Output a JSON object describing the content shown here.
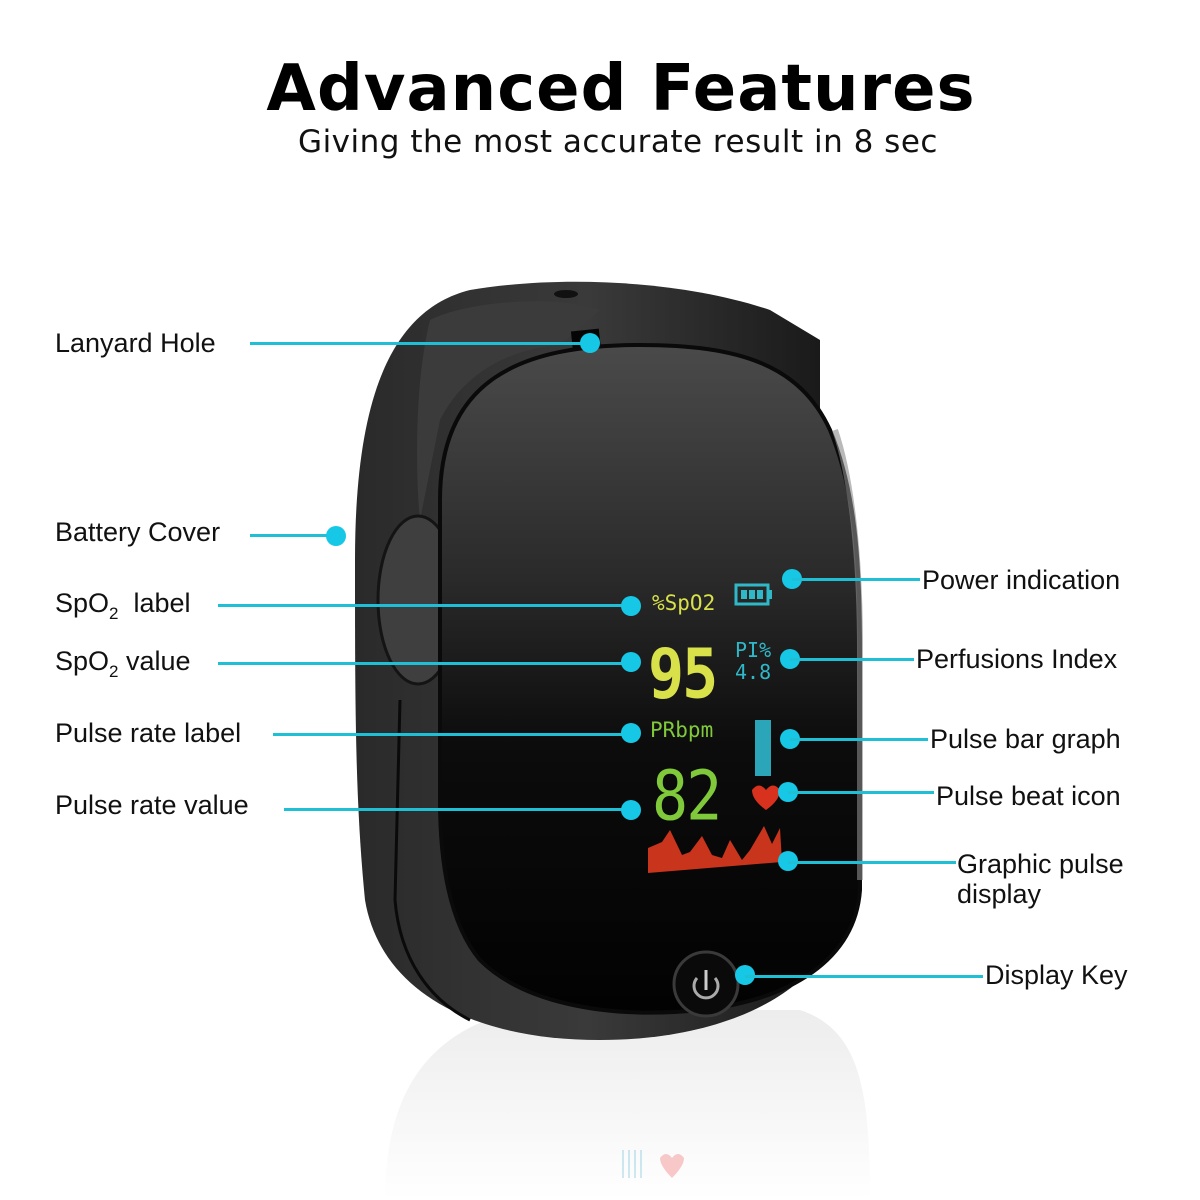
{
  "header": {
    "title": "Advanced Features",
    "subtitle": "Giving the most accurate result in 8 sec"
  },
  "colors": {
    "accent": "#17c7e6",
    "device": "#1b1b1b",
    "spo2": "#d8e04a",
    "pulse": "#7fc93a",
    "pi": "#2fb8c8",
    "waveform": "#c8341c",
    "heart": "#d8321e"
  },
  "display": {
    "spo2_label": "%SpO2",
    "spo2_value": "95",
    "pi_label": "PI%",
    "pi_value": "4.8",
    "pr_label": "PRbpm",
    "pr_value": "82",
    "battery_icon": "battery-icon",
    "heart_icon": "heart-icon",
    "power_icon": "power-icon"
  },
  "callouts": {
    "left": [
      {
        "label": "Lanyard Hole"
      },
      {
        "label": "Battery Cover"
      },
      {
        "label_main": "SpO",
        "label_sub": "2",
        "label_rest": "  label"
      },
      {
        "label_main": "SpO",
        "label_sub": "2",
        "label_rest": " value"
      },
      {
        "label": "Pulse rate label"
      },
      {
        "label": "Pulse rate value"
      }
    ],
    "right": [
      {
        "label": "Power indication"
      },
      {
        "label": "Perfusions Index"
      },
      {
        "label": "Pulse bar graph"
      },
      {
        "label": "Pulse beat icon"
      },
      {
        "label_line1": "Graphic pulse",
        "label_line2": "display"
      },
      {
        "label": "Display Key"
      }
    ]
  }
}
